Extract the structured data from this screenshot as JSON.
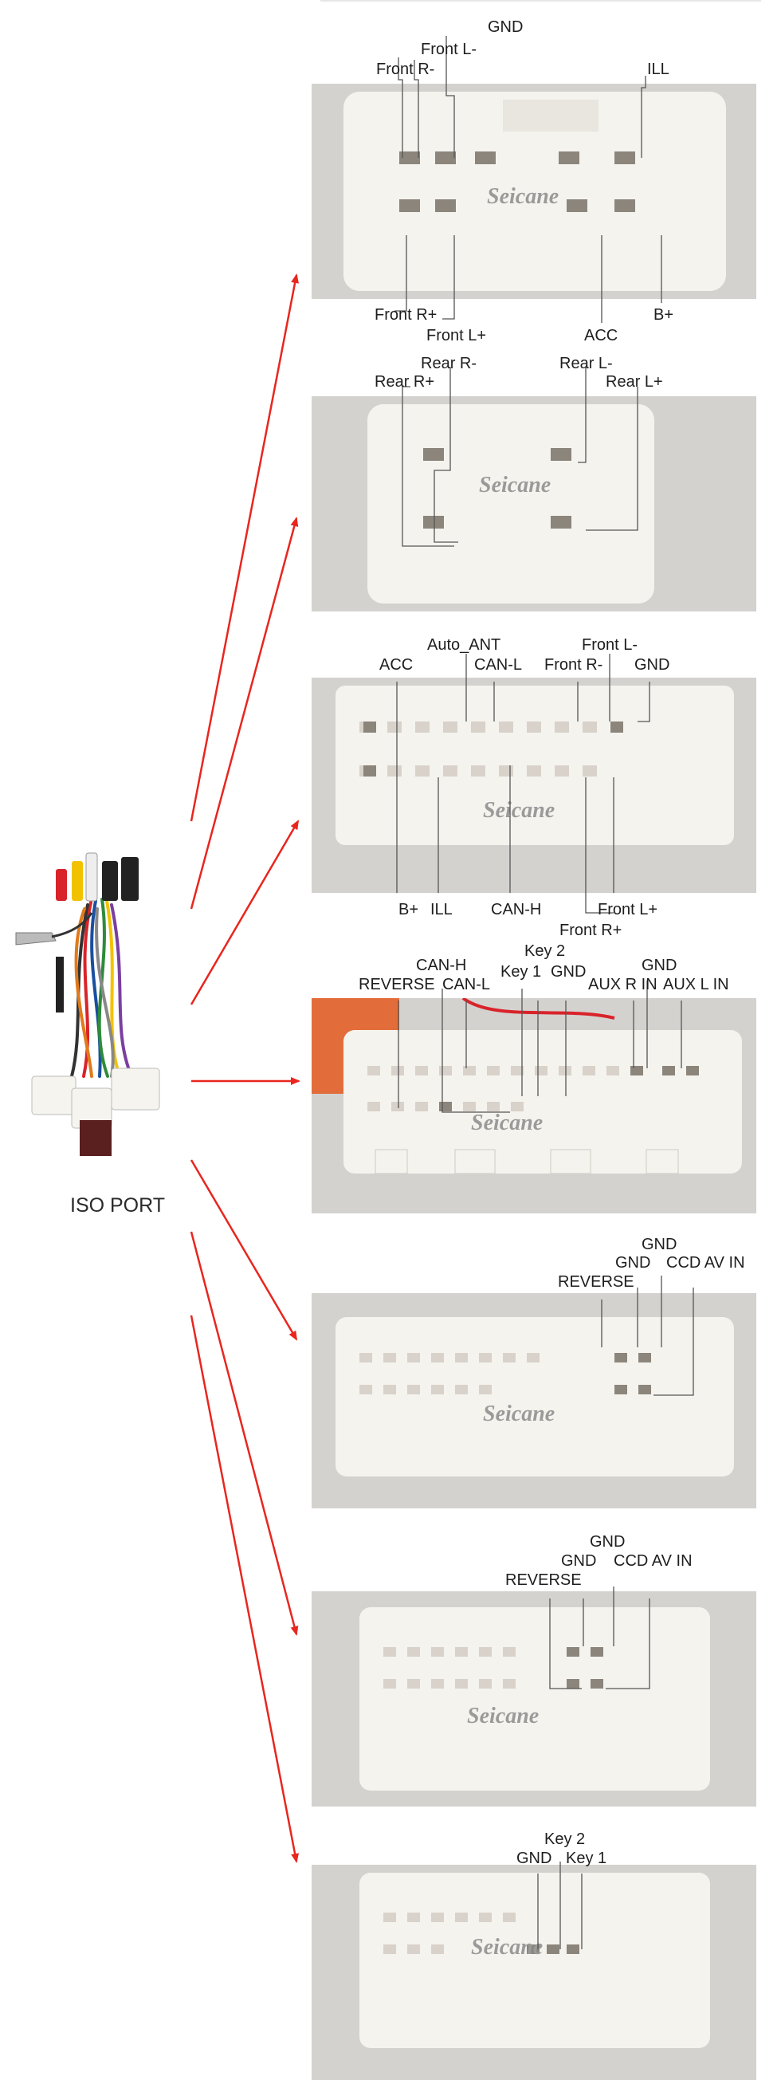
{
  "iso_label": "ISO PORT",
  "watermark": "Seicane",
  "colors": {
    "arrow": "#e8261e",
    "panel_bg": "#d4d2cf",
    "connector": "#f5f3ee",
    "pin": "#8c857c",
    "wire_red": "#d9232a"
  },
  "connectors": [
    {
      "id": "c1",
      "labels": {
        "gnd": "GND",
        "front_l_minus": "Front L-",
        "front_r_minus": "Front R-",
        "ill": "ILL",
        "front_r_plus": "Front R+",
        "front_l_plus": "Front L+",
        "acc": "ACC",
        "b_plus": "B+"
      }
    },
    {
      "id": "c2",
      "labels": {
        "rear_r_minus": "Rear R-",
        "rear_r_plus": "Rear R+",
        "rear_l_minus": "Rear L-",
        "rear_l_plus": "Rear L+"
      }
    },
    {
      "id": "c3",
      "labels": {
        "auto_ant": "Auto_ANT",
        "front_l_minus": "Front L-",
        "acc": "ACC",
        "can_l": "CAN-L",
        "front_r_minus": "Front R-",
        "gnd": "GND",
        "b_plus": "B+",
        "ill": "ILL",
        "can_h": "CAN-H",
        "front_l_plus": "Front L+",
        "front_r_plus": "Front R+"
      }
    },
    {
      "id": "c4",
      "labels": {
        "can_h": "CAN-H",
        "key2": "Key 2",
        "gnd_a": "GND",
        "reverse": "REVERSE",
        "can_l": "CAN-L",
        "key1": "Key 1",
        "gnd_b": "GND",
        "aux_r_in": "AUX R IN",
        "aux_l_in": "AUX L IN"
      }
    },
    {
      "id": "c5",
      "labels": {
        "gnd_top": "GND",
        "gnd": "GND",
        "ccd_av_in": "CCD AV IN",
        "reverse": "REVERSE"
      }
    },
    {
      "id": "c6",
      "labels": {
        "gnd_top": "GND",
        "gnd": "GND",
        "ccd_av_in": "CCD AV IN",
        "reverse": "REVERSE"
      }
    },
    {
      "id": "c7",
      "labels": {
        "key2": "Key 2",
        "gnd": "GND",
        "key1": "Key 1"
      }
    }
  ]
}
